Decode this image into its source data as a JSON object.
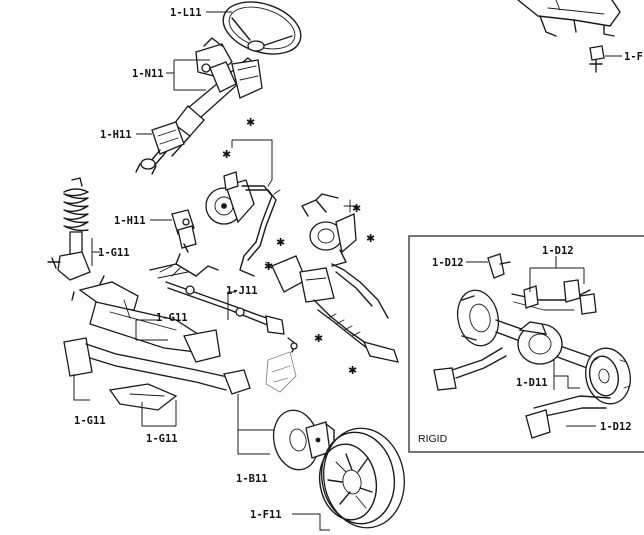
{
  "labels": {
    "l11": "1-L11",
    "n11": "1-N11",
    "h11_top": "1-H11",
    "h11_mid": "1-H11",
    "g11_strut": "1-G11",
    "g11_member": "1-G11",
    "g11_bottom_left": "1-G11",
    "g11_bottom_mid": "1-G11",
    "j11": "1-J11",
    "b11": "1-B11",
    "f11": "1-F11",
    "f_partial": "1-F",
    "d12_left": "1-D12",
    "d12_top": "1-D12",
    "d11": "1-D11",
    "d12_right": "1-D12"
  },
  "inset": {
    "title": "RIGID"
  },
  "marks": {
    "star": "✱"
  },
  "colors": {
    "ink": "#1a1a1a",
    "background": "#ffffff"
  }
}
